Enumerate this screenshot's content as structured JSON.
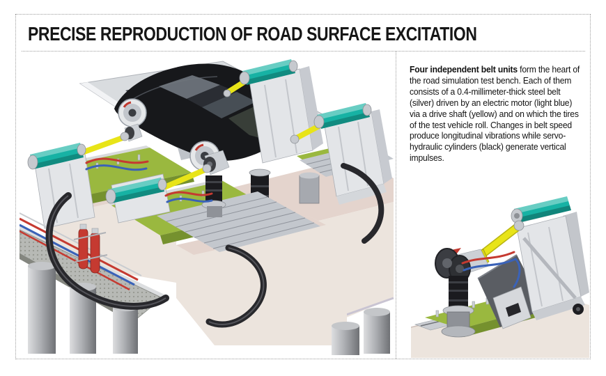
{
  "header": {
    "title": "PRECISE REPRODUCTION OF ROAD SURFACE EXCITATION"
  },
  "description": {
    "lead": "Four independent belt units",
    "body": " form the heart of the road simulation test bench. Each of them consists of a 0.4-millimeter-thick steel belt (silver) driven by an electric motor (light blue) via a drive shaft (yellow) and on which the tires of the test vehicle roll. Changes in belt speed produce longitudinal vibrations while servo-hydraulic cylinders (black) generate vertical impulses."
  },
  "colors": {
    "title_black": "#161616",
    "border_gray": "#9c9c9c",
    "steel_belt_silver": "#c3c7cd",
    "electric_motor_light_blue": "#17b2a4",
    "drive_shaft_yellow": "#e8e418",
    "hydraulic_cylinder_black": "#1b1b1f",
    "base_plate_green": "#9ab83f",
    "concrete_beige": "#ece4dd",
    "frame_silver": "#e3e5e8",
    "hose_red": "#c53a31",
    "hose_blue": "#3a62b8"
  }
}
